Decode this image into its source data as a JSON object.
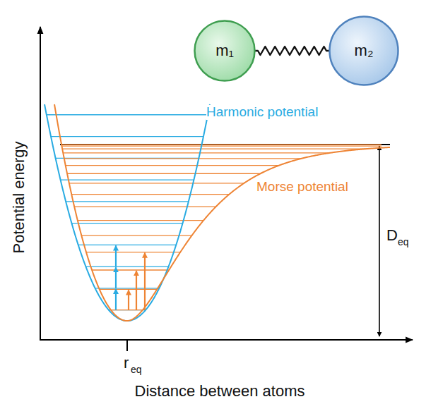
{
  "diagram": {
    "nodes": [
      {
        "text": [
          "m₁"
        ]
      },
      {
        "text": [
          "m₂"
        ]
      }
    ],
    "edges": [
      {
        "from": 0,
        "to": 1,
        "arrow": "none"
      }
    ],
    "labels": [
      "Harmonic potential",
      "Morse potential",
      "Potential energy",
      "Distance between atoms",
      "r",
      "eq",
      "D",
      "eq"
    ]
  }
}
